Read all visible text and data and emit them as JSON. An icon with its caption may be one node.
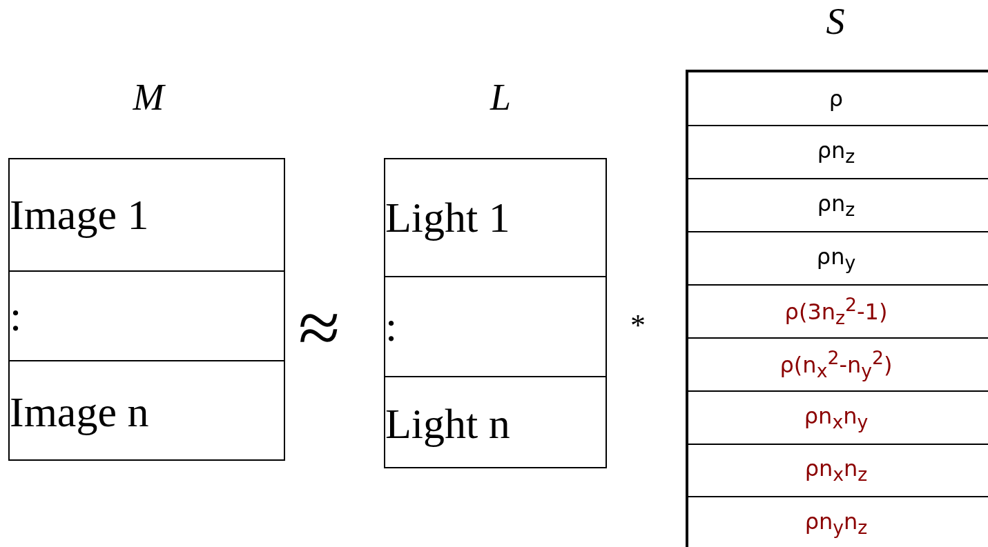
{
  "diagram": {
    "nodes": [
      {
        "text": [
          "M"
        ]
      },
      {
        "text": [
          "Image 1"
        ],
        "in": 0
      },
      {
        "text": [
          ":"
        ],
        "in": 0
      },
      {
        "text": [
          "Image n"
        ],
        "in": 0
      },
      {
        "text": [
          "L"
        ]
      },
      {
        "text": [
          "Light 1"
        ],
        "in": 4
      },
      {
        "text": [
          ":"
        ],
        "in": 4
      },
      {
        "text": [
          "Light n"
        ],
        "in": 4
      },
      {
        "text": [
          "S"
        ]
      },
      {
        "text": [
          "ρ"
        ],
        "in": 8
      },
      {
        "text": [
          "ρn$_{z}$"
        ],
        "in": 8
      },
      {
        "text": [
          "ρn$_{z}$"
        ],
        "in": 8
      },
      {
        "text": [
          "ρn$_{y}$"
        ],
        "in": 8
      },
      {
        "text": [
          "ρ(3n$_{z}$$^{2}$-1)"
        ],
        "in": 8
      },
      {
        "text": [
          "ρ(n$_{x}$$^{2}$-n$_{y}$$^{2}$)"
        ],
        "in": 8
      },
      {
        "text": [
          "ρn$_{x}$n$_{y}$"
        ],
        "in": 8
      },
      {
        "text": [
          "ρn$_{x}$n$_{z}$"
        ],
        "in": 8
      },
      {
        "text": [
          "ρn$_{y}$n$_{z}$"
        ],
        "in": 8
      }
    ],
    "labels": [
      "≈",
      "*"
    ]
  }
}
